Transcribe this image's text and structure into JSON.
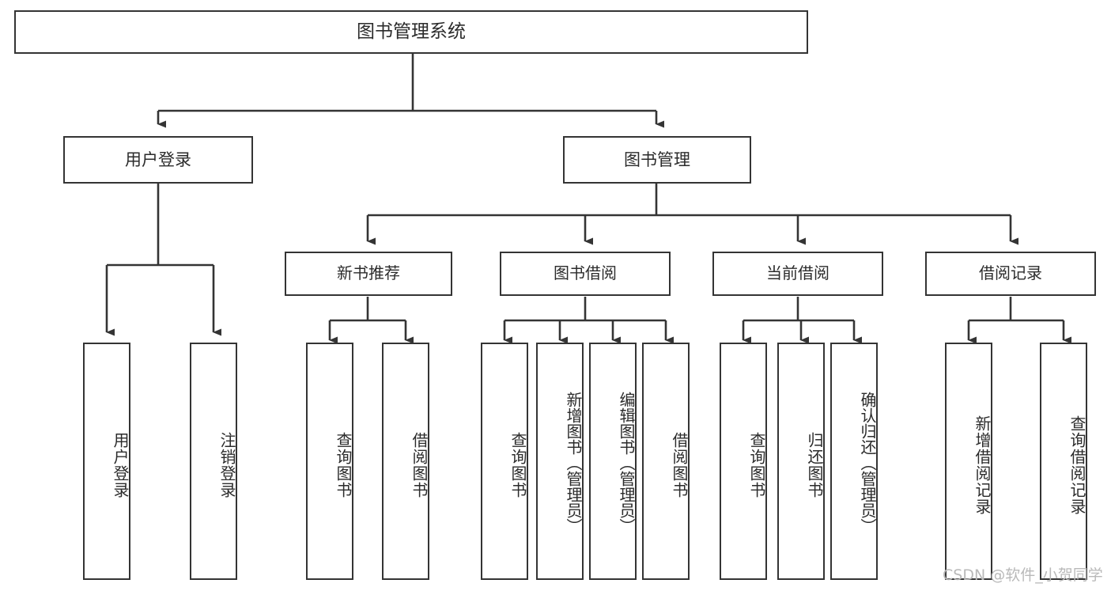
{
  "diagram": {
    "title": "图书管理系统",
    "watermark": "CSDN @软件_小贺同学",
    "accent_border": "#343434",
    "text_color": "#2b2b2b",
    "background": "#ffffff",
    "watermark_color": "#b9b9b9"
  },
  "root": {
    "label": "图书管理系统"
  },
  "level2": [
    {
      "label": "用户登录"
    },
    {
      "label": "图书管理"
    }
  ],
  "level3": [
    {
      "label": "新书推荐"
    },
    {
      "label": "图书借阅"
    },
    {
      "label": "当前借阅"
    },
    {
      "label": "借阅记录"
    }
  ],
  "leaves": {
    "user_login": [
      {
        "label": "用户登录"
      },
      {
        "label": "注销登录"
      }
    ],
    "new_book_recommend": [
      {
        "label": "查询图书"
      },
      {
        "label": "借阅图书"
      }
    ],
    "book_borrow": [
      {
        "label": "查询图书"
      },
      {
        "label": "新增图书（管理员）"
      },
      {
        "label": "编辑图书（管理员）"
      },
      {
        "label": "借阅图书"
      }
    ],
    "current_borrow": [
      {
        "label": "查询图书"
      },
      {
        "label": "归还图书"
      },
      {
        "label": "确认归还（管理员）"
      }
    ],
    "borrow_record": [
      {
        "label": "新增借阅记录"
      },
      {
        "label": "查询借阅记录"
      }
    ]
  }
}
